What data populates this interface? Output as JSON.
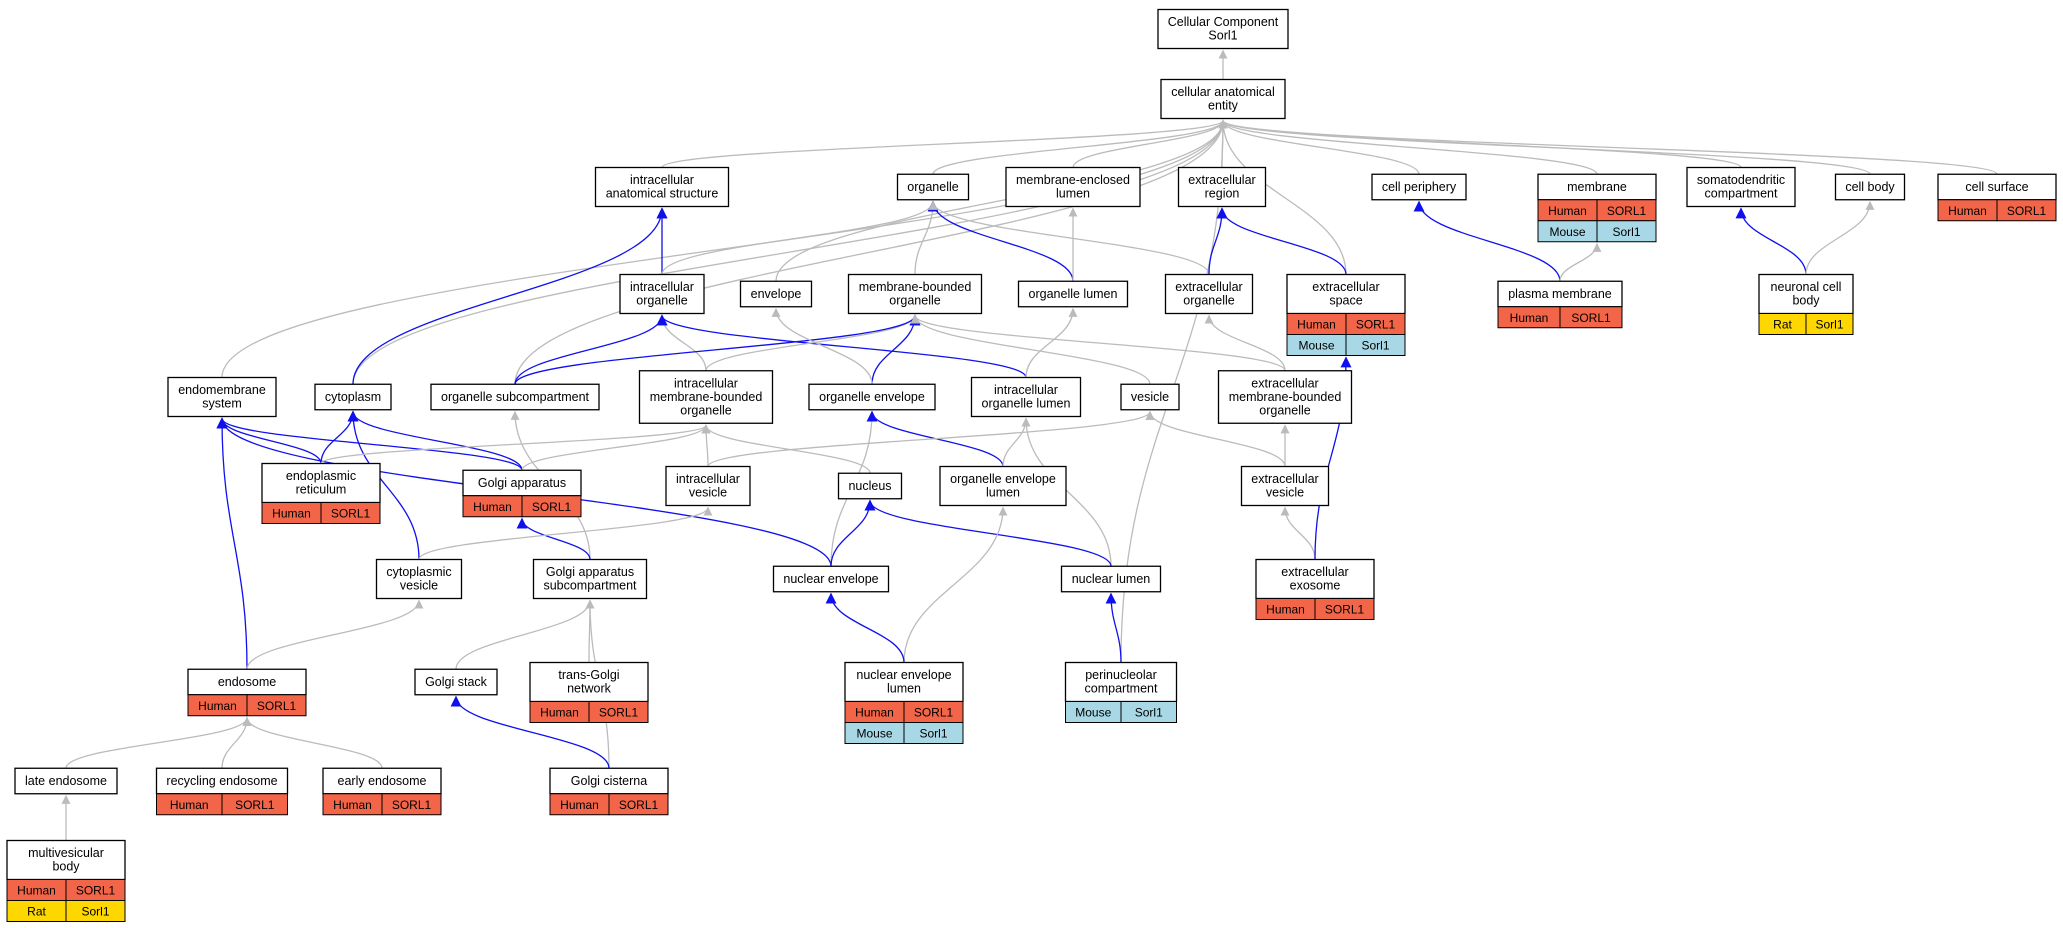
{
  "colors": {
    "human": "#f26548",
    "mouse": "#a8d8e6",
    "rat": "#ffd700",
    "is_a_edge": "#bbbbbb",
    "part_of_edge": "#1010ee",
    "node_border": "#000000",
    "background": "#ffffff"
  },
  "edge_types": [
    "is_a",
    "part_of"
  ],
  "nodes": [
    {
      "id": "cc",
      "lines": [
        "Cellular Component",
        "Sorl1"
      ],
      "annotations": []
    },
    {
      "id": "cae",
      "lines": [
        "cellular anatomical",
        "entity"
      ],
      "annotations": []
    },
    {
      "id": "ias",
      "lines": [
        "intracellular",
        "anatomical structure"
      ],
      "annotations": []
    },
    {
      "id": "organelle",
      "lines": [
        "organelle"
      ],
      "annotations": []
    },
    {
      "id": "mel",
      "lines": [
        "membrane-enclosed",
        "lumen"
      ],
      "annotations": []
    },
    {
      "id": "exreg",
      "lines": [
        "extracellular",
        "region"
      ],
      "annotations": []
    },
    {
      "id": "cellper",
      "lines": [
        "cell periphery"
      ],
      "annotations": []
    },
    {
      "id": "membrane",
      "lines": [
        "membrane"
      ],
      "annotations": [
        [
          "Human",
          "SORL1"
        ],
        [
          "Mouse",
          "Sorl1"
        ]
      ]
    },
    {
      "id": "somato",
      "lines": [
        "somatodendritic",
        "compartment"
      ],
      "annotations": []
    },
    {
      "id": "cellbody",
      "lines": [
        "cell body"
      ],
      "annotations": []
    },
    {
      "id": "cellsurf",
      "lines": [
        "cell surface"
      ],
      "annotations": [
        [
          "Human",
          "SORL1"
        ]
      ]
    },
    {
      "id": "intorg",
      "lines": [
        "intracellular",
        "organelle"
      ],
      "annotations": []
    },
    {
      "id": "envelope",
      "lines": [
        "envelope"
      ],
      "annotations": []
    },
    {
      "id": "mbo",
      "lines": [
        "membrane-bounded",
        "organelle"
      ],
      "annotations": []
    },
    {
      "id": "orglumen",
      "lines": [
        "organelle lumen"
      ],
      "annotations": []
    },
    {
      "id": "exorg",
      "lines": [
        "extracellular",
        "organelle"
      ],
      "annotations": []
    },
    {
      "id": "exspace",
      "lines": [
        "extracellular",
        "space"
      ],
      "annotations": [
        [
          "Human",
          "SORL1"
        ],
        [
          "Mouse",
          "Sorl1"
        ]
      ]
    },
    {
      "id": "plasma",
      "lines": [
        "plasma membrane"
      ],
      "annotations": [
        [
          "Human",
          "SORL1"
        ]
      ]
    },
    {
      "id": "neuronal",
      "lines": [
        "neuronal cell",
        "body"
      ],
      "annotations": [
        [
          "Rat",
          "Sorl1"
        ]
      ]
    },
    {
      "id": "endosys",
      "lines": [
        "endomembrane",
        "system"
      ],
      "annotations": []
    },
    {
      "id": "cytoplasm",
      "lines": [
        "cytoplasm"
      ],
      "annotations": []
    },
    {
      "id": "orgsub",
      "lines": [
        "organelle subcompartment"
      ],
      "annotations": []
    },
    {
      "id": "imbo",
      "lines": [
        "intracellular",
        "membrane-bounded",
        "organelle"
      ],
      "annotations": []
    },
    {
      "id": "orgenv",
      "lines": [
        "organelle envelope"
      ],
      "annotations": []
    },
    {
      "id": "iol",
      "lines": [
        "intracellular",
        "organelle lumen"
      ],
      "annotations": []
    },
    {
      "id": "vesicle",
      "lines": [
        "vesicle"
      ],
      "annotations": []
    },
    {
      "id": "embo",
      "lines": [
        "extracellular",
        "membrane-bounded",
        "organelle"
      ],
      "annotations": []
    },
    {
      "id": "er",
      "lines": [
        "endoplasmic",
        "reticulum"
      ],
      "annotations": [
        [
          "Human",
          "SORL1"
        ]
      ]
    },
    {
      "id": "golgi",
      "lines": [
        "Golgi apparatus"
      ],
      "annotations": [
        [
          "Human",
          "SORL1"
        ]
      ]
    },
    {
      "id": "intves",
      "lines": [
        "intracellular",
        "vesicle"
      ],
      "annotations": []
    },
    {
      "id": "nucleus",
      "lines": [
        "nucleus"
      ],
      "annotations": []
    },
    {
      "id": "oel",
      "lines": [
        "organelle envelope",
        "lumen"
      ],
      "annotations": []
    },
    {
      "id": "exves",
      "lines": [
        "extracellular",
        "vesicle"
      ],
      "annotations": []
    },
    {
      "id": "cytves",
      "lines": [
        "cytoplasmic",
        "vesicle"
      ],
      "annotations": []
    },
    {
      "id": "golgisub",
      "lines": [
        "Golgi apparatus",
        "subcompartment"
      ],
      "annotations": []
    },
    {
      "id": "nucenv",
      "lines": [
        "nuclear envelope"
      ],
      "annotations": []
    },
    {
      "id": "nuclumen",
      "lines": [
        "nuclear lumen"
      ],
      "annotations": []
    },
    {
      "id": "exosome",
      "lines": [
        "extracellular",
        "exosome"
      ],
      "annotations": [
        [
          "Human",
          "SORL1"
        ]
      ]
    },
    {
      "id": "endosome",
      "lines": [
        "endosome"
      ],
      "annotations": [
        [
          "Human",
          "SORL1"
        ]
      ]
    },
    {
      "id": "golgistack",
      "lines": [
        "Golgi stack"
      ],
      "annotations": []
    },
    {
      "id": "tgn",
      "lines": [
        "trans-Golgi",
        "network"
      ],
      "annotations": [
        [
          "Human",
          "SORL1"
        ]
      ]
    },
    {
      "id": "nel",
      "lines": [
        "nuclear envelope",
        "lumen"
      ],
      "annotations": [
        [
          "Human",
          "SORL1"
        ],
        [
          "Mouse",
          "Sorl1"
        ]
      ]
    },
    {
      "id": "perinuc",
      "lines": [
        "perinucleolar",
        "compartment"
      ],
      "annotations": [
        [
          "Mouse",
          "Sorl1"
        ]
      ]
    },
    {
      "id": "lateendo",
      "lines": [
        "late endosome"
      ],
      "annotations": []
    },
    {
      "id": "recycendo",
      "lines": [
        "recycling endosome"
      ],
      "annotations": [
        [
          "Human",
          "SORL1"
        ]
      ]
    },
    {
      "id": "earlyendo",
      "lines": [
        "early endosome"
      ],
      "annotations": [
        [
          "Human",
          "SORL1"
        ]
      ]
    },
    {
      "id": "golgicist",
      "lines": [
        "Golgi cisterna"
      ],
      "annotations": [
        [
          "Human",
          "SORL1"
        ]
      ]
    },
    {
      "id": "mvb",
      "lines": [
        "multivesicular",
        "body"
      ],
      "annotations": [
        [
          "Human",
          "SORL1"
        ],
        [
          "Rat",
          "Sorl1"
        ]
      ]
    }
  ],
  "edges": [
    {
      "from": "cae",
      "to": "cc",
      "type": "is_a"
    },
    {
      "from": "ias",
      "to": "cae",
      "type": "is_a"
    },
    {
      "from": "organelle",
      "to": "cae",
      "type": "is_a"
    },
    {
      "from": "mel",
      "to": "cae",
      "type": "is_a"
    },
    {
      "from": "exreg",
      "to": "cae",
      "type": "is_a"
    },
    {
      "from": "cellper",
      "to": "cae",
      "type": "is_a"
    },
    {
      "from": "membrane",
      "to": "cae",
      "type": "is_a"
    },
    {
      "from": "somato",
      "to": "cae",
      "type": "is_a"
    },
    {
      "from": "cellbody",
      "to": "cae",
      "type": "is_a"
    },
    {
      "from": "cellsurf",
      "to": "cae",
      "type": "is_a"
    },
    {
      "from": "envelope",
      "to": "cae",
      "type": "is_a"
    },
    {
      "from": "exspace",
      "to": "cae",
      "type": "is_a"
    },
    {
      "from": "endosys",
      "to": "cae",
      "type": "is_a"
    },
    {
      "from": "cytoplasm",
      "to": "cae",
      "type": "is_a"
    },
    {
      "from": "orgsub",
      "to": "cae",
      "type": "is_a"
    },
    {
      "from": "perinuc",
      "to": "cae",
      "type": "is_a"
    },
    {
      "from": "intorg",
      "to": "ias",
      "type": "part_of"
    },
    {
      "from": "cytoplasm",
      "to": "ias",
      "type": "part_of"
    },
    {
      "from": "intorg",
      "to": "organelle",
      "type": "is_a"
    },
    {
      "from": "mbo",
      "to": "organelle",
      "type": "is_a"
    },
    {
      "from": "orglumen",
      "to": "organelle",
      "type": "part_of"
    },
    {
      "from": "exorg",
      "to": "organelle",
      "type": "is_a"
    },
    {
      "from": "orglumen",
      "to": "mel",
      "type": "is_a"
    },
    {
      "from": "exorg",
      "to": "exreg",
      "type": "part_of"
    },
    {
      "from": "exspace",
      "to": "exreg",
      "type": "part_of"
    },
    {
      "from": "plasma",
      "to": "cellper",
      "type": "part_of"
    },
    {
      "from": "plasma",
      "to": "membrane",
      "type": "is_a"
    },
    {
      "from": "neuronal",
      "to": "somato",
      "type": "part_of"
    },
    {
      "from": "neuronal",
      "to": "cellbody",
      "type": "is_a"
    },
    {
      "from": "imbo",
      "to": "intorg",
      "type": "is_a"
    },
    {
      "from": "orgsub",
      "to": "intorg",
      "type": "part_of"
    },
    {
      "from": "iol",
      "to": "intorg",
      "type": "part_of"
    },
    {
      "from": "imbo",
      "to": "mbo",
      "type": "is_a"
    },
    {
      "from": "orgsub",
      "to": "mbo",
      "type": "part_of"
    },
    {
      "from": "orgenv",
      "to": "mbo",
      "type": "part_of"
    },
    {
      "from": "vesicle",
      "to": "mbo",
      "type": "is_a"
    },
    {
      "from": "embo",
      "to": "mbo",
      "type": "is_a"
    },
    {
      "from": "orgenv",
      "to": "envelope",
      "type": "is_a"
    },
    {
      "from": "iol",
      "to": "orglumen",
      "type": "is_a"
    },
    {
      "from": "embo",
      "to": "exorg",
      "type": "is_a"
    },
    {
      "from": "er",
      "to": "endosys",
      "type": "part_of"
    },
    {
      "from": "golgi",
      "to": "endosys",
      "type": "part_of"
    },
    {
      "from": "endosome",
      "to": "endosys",
      "type": "part_of"
    },
    {
      "from": "nucenv",
      "to": "endosys",
      "type": "part_of"
    },
    {
      "from": "er",
      "to": "cytoplasm",
      "type": "part_of"
    },
    {
      "from": "golgi",
      "to": "cytoplasm",
      "type": "part_of"
    },
    {
      "from": "cytves",
      "to": "cytoplasm",
      "type": "part_of"
    },
    {
      "from": "golgisub",
      "to": "orgsub",
      "type": "is_a"
    },
    {
      "from": "er",
      "to": "imbo",
      "type": "is_a"
    },
    {
      "from": "golgi",
      "to": "imbo",
      "type": "is_a"
    },
    {
      "from": "intves",
      "to": "imbo",
      "type": "is_a"
    },
    {
      "from": "nucleus",
      "to": "imbo",
      "type": "is_a"
    },
    {
      "from": "nucenv",
      "to": "orgenv",
      "type": "is_a"
    },
    {
      "from": "oel",
      "to": "orgenv",
      "type": "part_of"
    },
    {
      "from": "nuclumen",
      "to": "iol",
      "type": "is_a"
    },
    {
      "from": "oel",
      "to": "iol",
      "type": "is_a"
    },
    {
      "from": "intves",
      "to": "vesicle",
      "type": "is_a"
    },
    {
      "from": "exves",
      "to": "vesicle",
      "type": "is_a"
    },
    {
      "from": "exves",
      "to": "embo",
      "type": "is_a"
    },
    {
      "from": "golgisub",
      "to": "golgi",
      "type": "part_of"
    },
    {
      "from": "cytves",
      "to": "intves",
      "type": "is_a"
    },
    {
      "from": "nucenv",
      "to": "nucleus",
      "type": "part_of"
    },
    {
      "from": "nuclumen",
      "to": "nucleus",
      "type": "part_of"
    },
    {
      "from": "nel",
      "to": "oel",
      "type": "is_a"
    },
    {
      "from": "exosome",
      "to": "exves",
      "type": "is_a"
    },
    {
      "from": "exosome",
      "to": "exspace",
      "type": "part_of"
    },
    {
      "from": "endosome",
      "to": "cytves",
      "type": "is_a"
    },
    {
      "from": "golgistack",
      "to": "golgisub",
      "type": "is_a"
    },
    {
      "from": "tgn",
      "to": "golgisub",
      "type": "is_a"
    },
    {
      "from": "golgicist",
      "to": "golgisub",
      "type": "is_a"
    },
    {
      "from": "nel",
      "to": "nucenv",
      "type": "part_of"
    },
    {
      "from": "perinuc",
      "to": "nuclumen",
      "type": "part_of"
    },
    {
      "from": "lateendo",
      "to": "endosome",
      "type": "is_a"
    },
    {
      "from": "recycendo",
      "to": "endosome",
      "type": "is_a"
    },
    {
      "from": "earlyendo",
      "to": "endosome",
      "type": "is_a"
    },
    {
      "from": "golgicist",
      "to": "golgistack",
      "type": "part_of"
    },
    {
      "from": "mvb",
      "to": "lateendo",
      "type": "is_a"
    }
  ]
}
